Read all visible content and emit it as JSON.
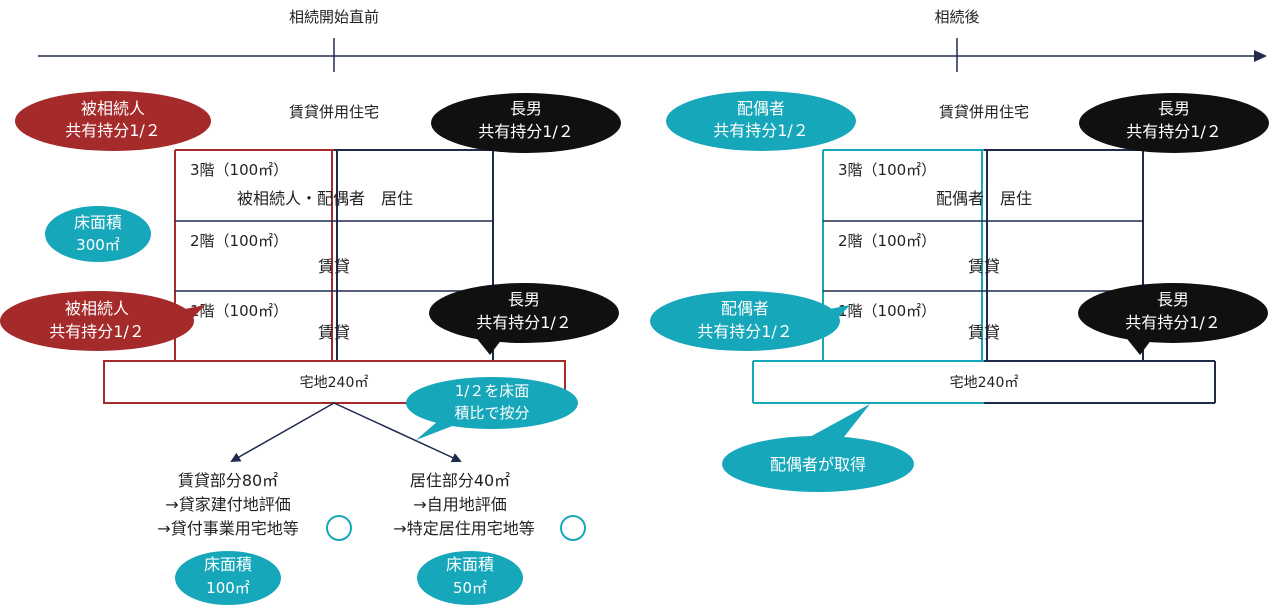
{
  "timeline": {
    "before_label": "相続開始直前",
    "after_label": "相続後"
  },
  "left": {
    "building_label": "賃貸併用住宅",
    "floor3": {
      "title": "3階（100㎡）",
      "use": "被相続人・配偶者　居住"
    },
    "floor2": {
      "title": "2階（100㎡）",
      "use": "賃貸"
    },
    "floor1": {
      "title": "1階（100㎡）",
      "use": "賃貸"
    },
    "land": "宅地240㎡",
    "bubble_decedent_top": [
      "被相続人",
      "共有持分1/２"
    ],
    "bubble_son_top": [
      "長男",
      "共有持分1/２"
    ],
    "bubble_floor_area": [
      "床面積",
      "300㎡"
    ],
    "bubble_decedent_land": [
      "被相続人",
      "共有持分1/２"
    ],
    "bubble_son_land": [
      "長男",
      "共有持分1/２"
    ],
    "bubble_split": [
      "1/２を床面",
      "積比で按分"
    ],
    "rental_part": [
      "賃貸部分80㎡",
      "→貸家建付地評価",
      "→貸付事業用宅地等"
    ],
    "residential_part": [
      "居住部分40㎡",
      "→自用地評価",
      "→特定居住用宅地等"
    ],
    "bubble_rental_area": [
      "床面積",
      "100㎡"
    ],
    "bubble_residential_area": [
      "床面積",
      "50㎡"
    ]
  },
  "right": {
    "building_label": "賃貸併用住宅",
    "floor3": {
      "title": "3階（100㎡）",
      "use": "配偶者　居住"
    },
    "floor2": {
      "title": "2階（100㎡）",
      "use": "賃貸"
    },
    "floor1": {
      "title": "1階（100㎡）",
      "use": "賃貸"
    },
    "land": "宅地240㎡",
    "bubble_spouse_top": [
      "配偶者",
      "共有持分1/２"
    ],
    "bubble_son_top": [
      "長男",
      "共有持分1/２"
    ],
    "bubble_spouse_land": [
      "配偶者",
      "共有持分1/２"
    ],
    "bubble_son_land": [
      "長男",
      "共有持分1/２"
    ],
    "bubble_acquire": [
      "配偶者が取得"
    ]
  },
  "colors": {
    "decedent_red": "#a52a2a",
    "spouse_teal": "#17a7bb",
    "son_black": "#101010",
    "navy": "#1f2b4d"
  }
}
